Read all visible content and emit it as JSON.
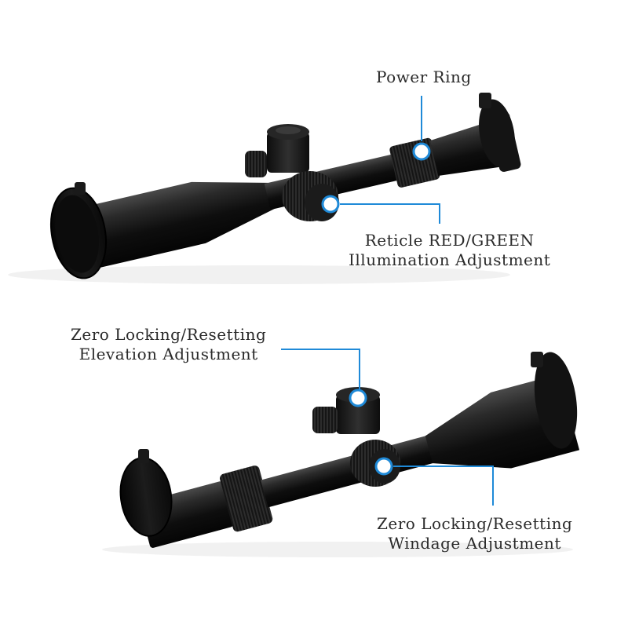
{
  "colors": {
    "background": "#ffffff",
    "callout_line": "#1f8ad8",
    "label_text": "#2a2a2a",
    "scope_body": "#161616"
  },
  "callouts": {
    "power_ring": {
      "lines": [
        "Power Ring"
      ]
    },
    "reticle_illumination": {
      "lines": [
        "Reticle RED/GREEN",
        "Illumination Adjustment"
      ]
    },
    "elevation": {
      "lines": [
        "Zero Locking/Resetting",
        "Elevation Adjustment"
      ]
    },
    "windage": {
      "lines": [
        "Zero Locking/Resetting",
        "Windage Adjustment"
      ]
    }
  }
}
